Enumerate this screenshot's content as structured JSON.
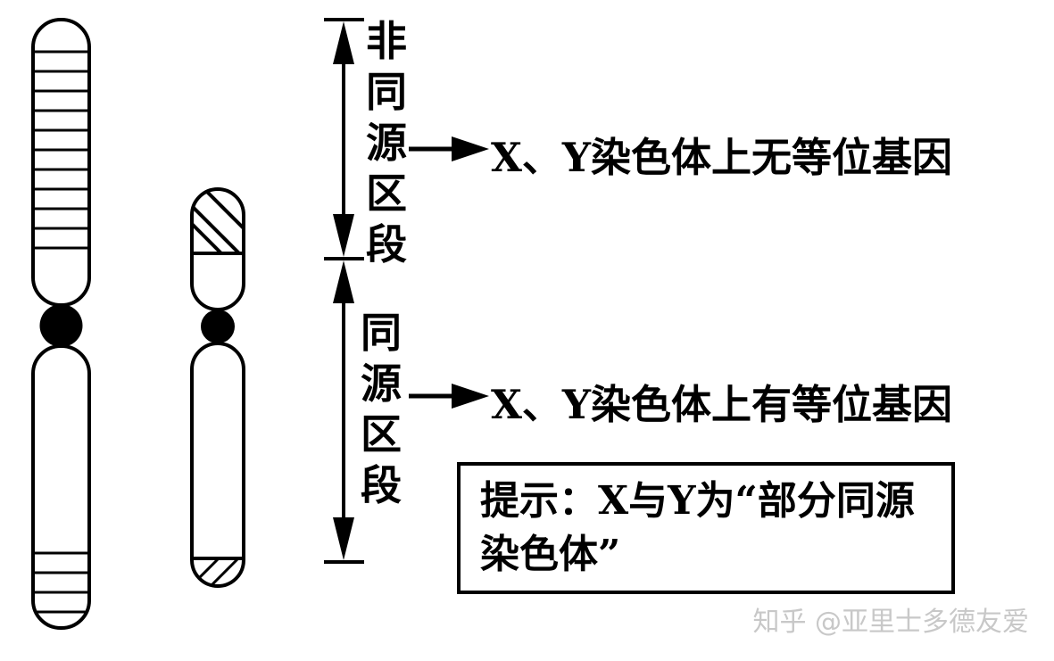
{
  "diagram": {
    "nonhomologous_label": "非同源区段",
    "homologous_label": "同源区段",
    "nonhomologous_desc": "X、Y染色体上无等位基因",
    "homologous_desc": "X、Y染色体上有等位基因",
    "note": "提示：X与Y为“部分同源染色体”",
    "watermark": "知乎 @亚里士多德友爱"
  }
}
